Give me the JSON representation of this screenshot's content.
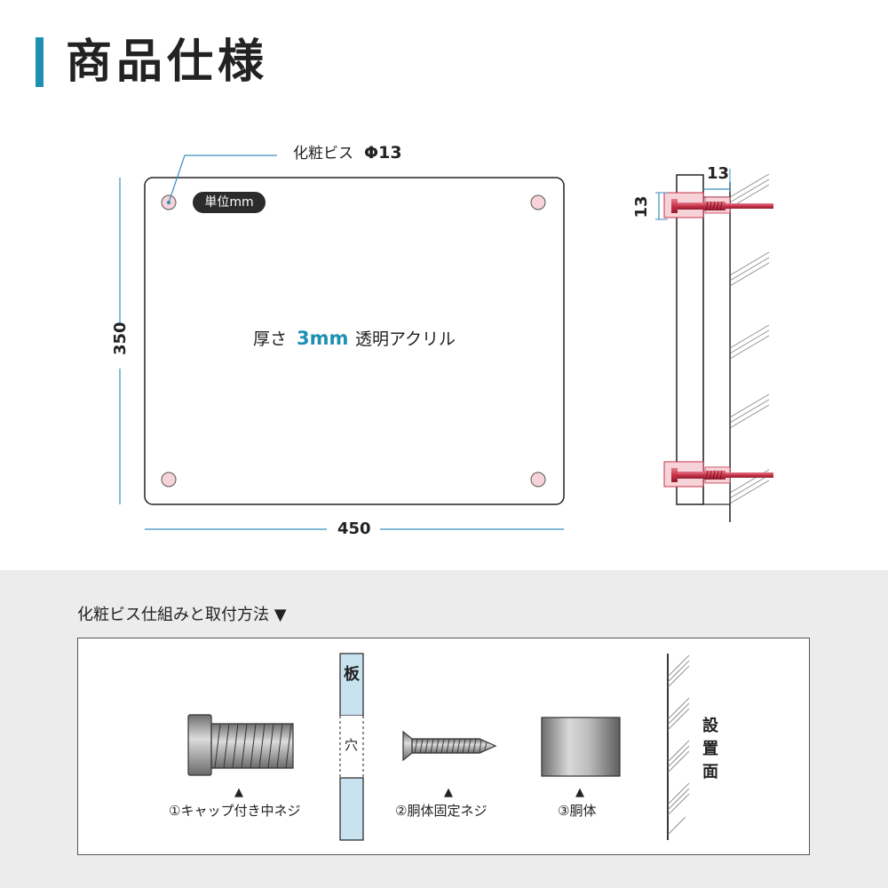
{
  "header": {
    "title": "商品仕様"
  },
  "plate": {
    "screw_label": "化粧ビス",
    "screw_size": "Φ13",
    "unit_badge": "単位mm",
    "thickness_prefix": "厚さ",
    "thickness_value": "3mm",
    "material": "透明アクリル",
    "height": "350",
    "width": "450"
  },
  "side_view": {
    "depth_top": "13",
    "depth_left": "13"
  },
  "detail": {
    "heading": "化粧ビス仕組みと取付方法 ▼",
    "board_label": "板",
    "hole_label": "穴",
    "arrow": "▲",
    "part1": "①キャップ付き中ネジ",
    "part2": "②胴体固定ネジ",
    "part3": "③胴体",
    "surface": [
      "設",
      "置",
      "面"
    ]
  },
  "colors": {
    "accent": "#1e90b0",
    "dimension_line": "#3a8fbf",
    "hole_fill": "#f6d3d8",
    "bolt_red": "#c8334a",
    "board_blue": "#c9e2ef"
  }
}
